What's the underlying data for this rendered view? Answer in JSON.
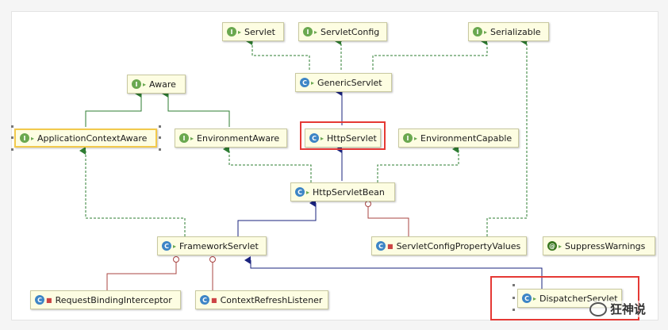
{
  "nodes": {
    "servlet": "Servlet",
    "servlet_config": "ServletConfig",
    "serializable": "Serializable",
    "aware": "Aware",
    "generic_servlet": "GenericServlet",
    "application_context_aware": "ApplicationContextAware",
    "environment_aware": "EnvironmentAware",
    "http_servlet": "HttpServlet",
    "environment_capable": "EnvironmentCapable",
    "http_servlet_bean": "HttpServletBean",
    "framework_servlet": "FrameworkServlet",
    "servlet_config_property_values": "ServletConfigPropertyValues",
    "suppress_warnings": "SuppressWarnings",
    "request_binding_interceptor": "RequestBindingInterceptor",
    "context_refresh_listener": "ContextRefreshListener",
    "dispatcher_servlet": "DispatcherServlet"
  },
  "badges": {
    "interface": "I",
    "class": "C",
    "annotation": "@"
  },
  "watermark": "狂神说",
  "colors": {
    "extends_edge": "#1a237e",
    "implements_edge": "#2e7d32",
    "inner_edge": "#a94442",
    "highlight": "#e53935"
  }
}
